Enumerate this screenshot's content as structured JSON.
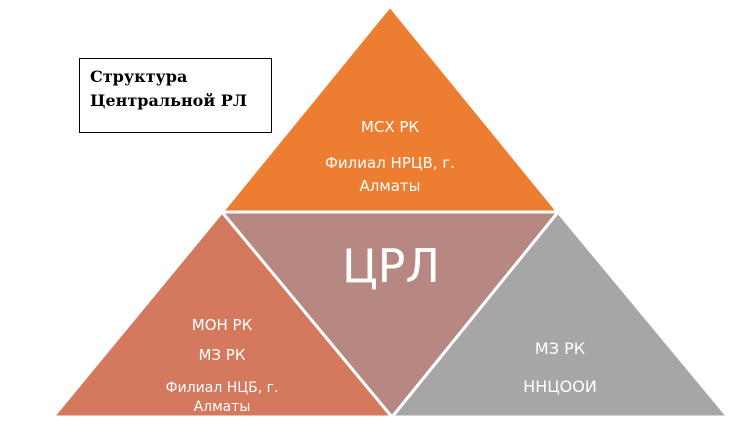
{
  "title": {
    "line1": "Структура",
    "line2": "Центральной РЛ"
  },
  "center": {
    "label": "ЦРЛ",
    "color": "#B78881"
  },
  "top": {
    "color": "#ED7D31",
    "line1": "МСХ РК",
    "line2": "Филиал НРЦВ, г.",
    "line3": "Алматы"
  },
  "left": {
    "color": "#D4785E",
    "line1": "МОН РК",
    "line2": "МЗ РК",
    "line3": "Филиал НЦБ, г.",
    "line4": "Алматы"
  },
  "right": {
    "color": "#A6A6A6",
    "line1": "МЗ РК",
    "line2": "ННЦООИ"
  }
}
